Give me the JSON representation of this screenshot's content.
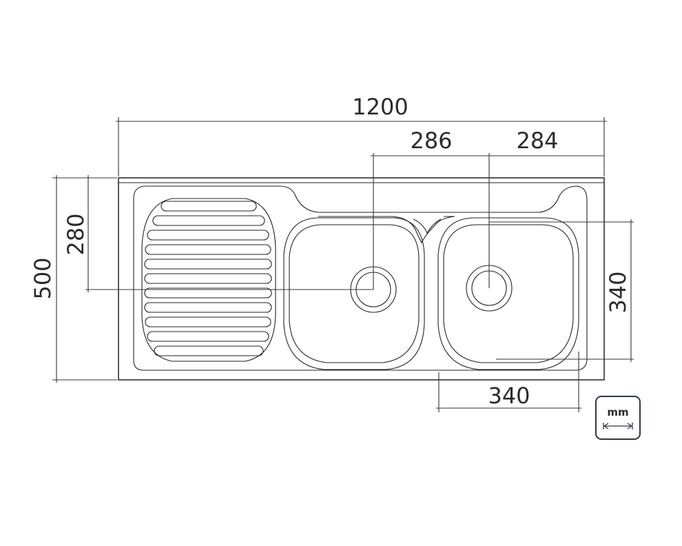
{
  "dimensions": {
    "overall_width": "1200",
    "overall_depth": "500",
    "drain_offset_left": "286",
    "drain_offset_right": "284",
    "drain_from_top": "280",
    "bowl_depth": "340",
    "bowl_width": "340"
  },
  "unit_badge": {
    "label": "mm",
    "icon": "double-arrow-icon"
  },
  "colors": {
    "line": "#222222",
    "badge_border": "#2f3545"
  }
}
